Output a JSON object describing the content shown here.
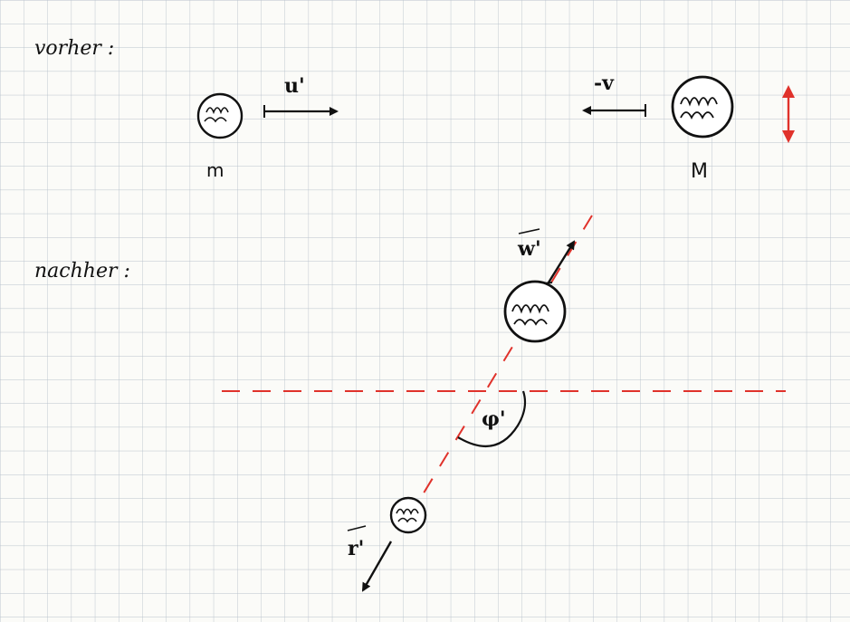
{
  "labels": {
    "before": "vorher :",
    "after": "nachher :",
    "small_mass": "m",
    "large_mass": "M",
    "u_prime": "u'",
    "minus_v": "-v",
    "w_prime": "w'",
    "r_prime": "r'",
    "phi_prime": "φ'"
  },
  "colors": {
    "grid": "#b9c2cc",
    "ink": "#111111",
    "red": "#e0322b"
  }
}
